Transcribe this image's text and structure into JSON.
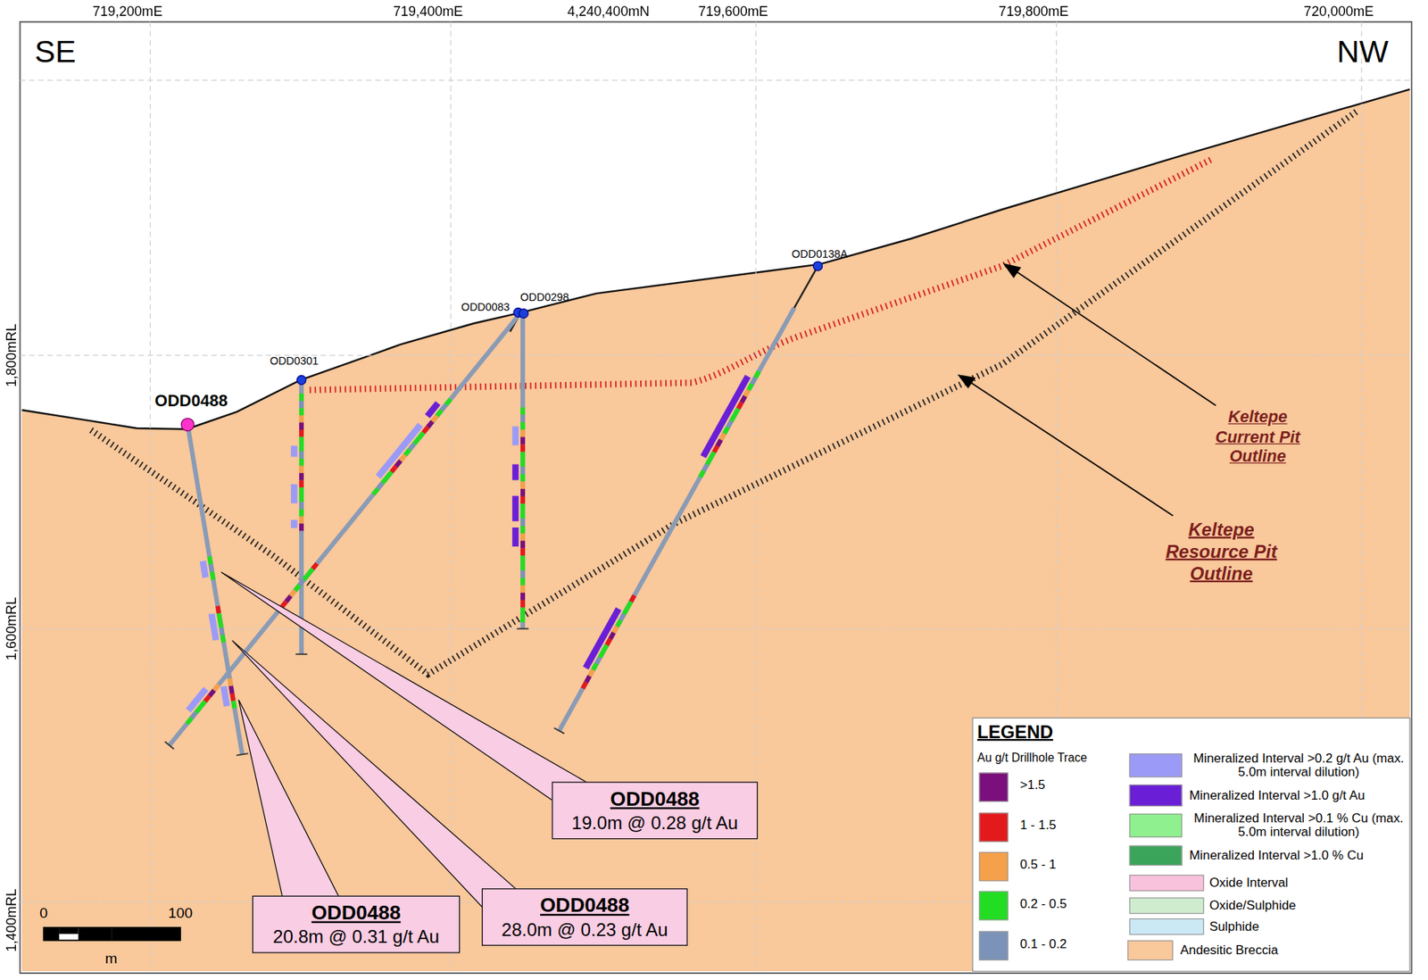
{
  "diagram": {
    "nodes": [
      {
        "text": [
          "ODD0488",
          "19.0m @ 0.28 g/t Au"
        ]
      },
      {
        "text": [
          "ODD0488",
          "28.0m @ 0.23 g/t Au"
        ]
      },
      {
        "text": [
          "ODD0488",
          "20.8m @ 0.31 g/t Au"
        ]
      }
    ],
    "labels": [
      "SE",
      "NW",
      "719,200mE",
      "719,400mE",
      "4,240,400mN",
      "719,600mE",
      "719,800mE",
      "720,000mE",
      "1,800mRL",
      "1,600mRL",
      "1,400mRL",
      "ODD0488",
      "ODD0301",
      "ODD0083",
      "ODD0298",
      "ODD0138A",
      "Keltepe Current Pit Outline",
      "Keltepe Resource Pit Outline",
      "0",
      "100",
      "m",
      "LEGEND",
      "Au g/t Drillhole Trace"
    ],
    "legend": [
      {
        "text": ">1.5",
        "color": "#7b0f7b"
      },
      {
        "text": "1 - 1.5",
        "color": "#e31a1c"
      },
      {
        "text": "0.5 - 1",
        "color": "#f5a04a"
      },
      {
        "text": "0.2 - 0.5",
        "color": "#22dd22"
      },
      {
        "text": "0.1 - 0.2",
        "color": "#7b93b8"
      },
      {
        "text": "Mineralized Interval >0.2 g/t Au (max. 5.0m interval dilution)",
        "color": "#9b9bf7"
      },
      {
        "text": "Mineralized Interval >1.0 g/t Au",
        "color": "#6a1fd6"
      },
      {
        "text": "Mineralized Interval >0.1 % Cu (max. 5.0m interval dilution)",
        "color": "#8ef08e"
      },
      {
        "text": "Mineralized Interval >1.0 % Cu",
        "color": "#3aa55a"
      },
      {
        "text": "Oxide Interval",
        "color": "#f9c2dc"
      },
      {
        "text": "Oxide/Sulphide",
        "color": "#cfeccf"
      },
      {
        "text": "Sulphide",
        "color": "#cbe8f5"
      },
      {
        "text": "Andesitic Breccia",
        "color": "#f9c89b"
      }
    ]
  }
}
